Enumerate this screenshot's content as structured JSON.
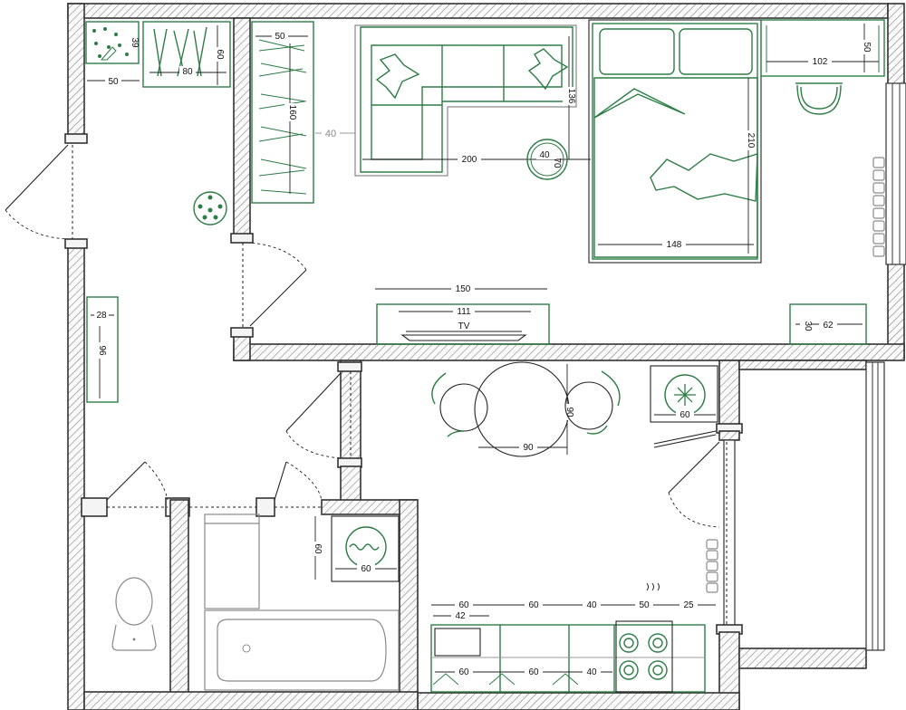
{
  "plan": {
    "dimensions": {
      "shoe_cabinet_depth": "39",
      "coat_rack_depth": "60",
      "coat_rack_width": "80",
      "hall_shelf_width": "50",
      "wardrobe_depth": "50",
      "wardrobe_length": "160",
      "wardrobe_gap": "40",
      "sofa_depth": "136",
      "sofa_width": "200",
      "coffee_table_size": "40",
      "coffee_table_height": "70",
      "bed_length": "210",
      "bed_width": "148",
      "desk_width": "102",
      "desk_depth": "50",
      "tv_stand_width": "150",
      "tv_width": "111",
      "nightstand_depth": "30",
      "nightstand_width": "62",
      "hall_cabinet_depth": "28",
      "hall_cabinet_length": "96",
      "dining_table_diameter": "90",
      "dining_table_depth": "90",
      "fridge_size": "60",
      "washer_clearance": "60",
      "washer_size": "60",
      "counter_seg_1": "60",
      "counter_seg_2": "60",
      "counter_seg_3": "40",
      "counter_seg_4": "50",
      "counter_seg_5": "25",
      "counter_seg_6": "42",
      "base_seg_1": "60",
      "base_seg_2": "60",
      "base_seg_3": "40"
    },
    "tv_label": "TV"
  }
}
